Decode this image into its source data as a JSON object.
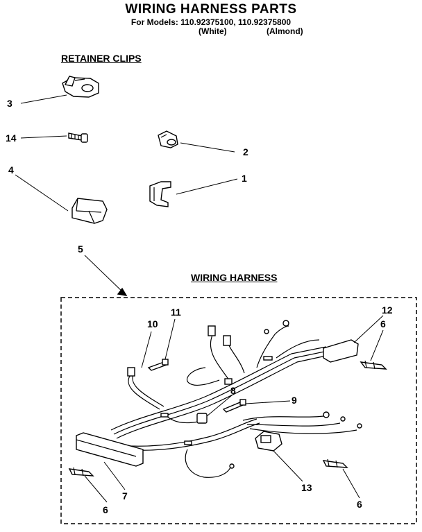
{
  "header": {
    "title": "WIRING HARNESS PARTS",
    "subtitle": "For Models: 110.92375100, 110.92375800",
    "variant_white": "(White)",
    "variant_almond": "(Almond)"
  },
  "sections": {
    "retainer_clips": "RETAINER CLIPS",
    "wiring_harness": "WIRING HARNESS"
  },
  "callouts": {
    "c1": "1",
    "c2": "2",
    "c3": "3",
    "c4": "4",
    "c5": "5",
    "c6a": "6",
    "c6b": "6",
    "c6c": "6",
    "c7": "7",
    "c8": "8",
    "c9": "9",
    "c10": "10",
    "c11": "11",
    "c12": "12",
    "c13": "13",
    "c14": "14"
  }
}
